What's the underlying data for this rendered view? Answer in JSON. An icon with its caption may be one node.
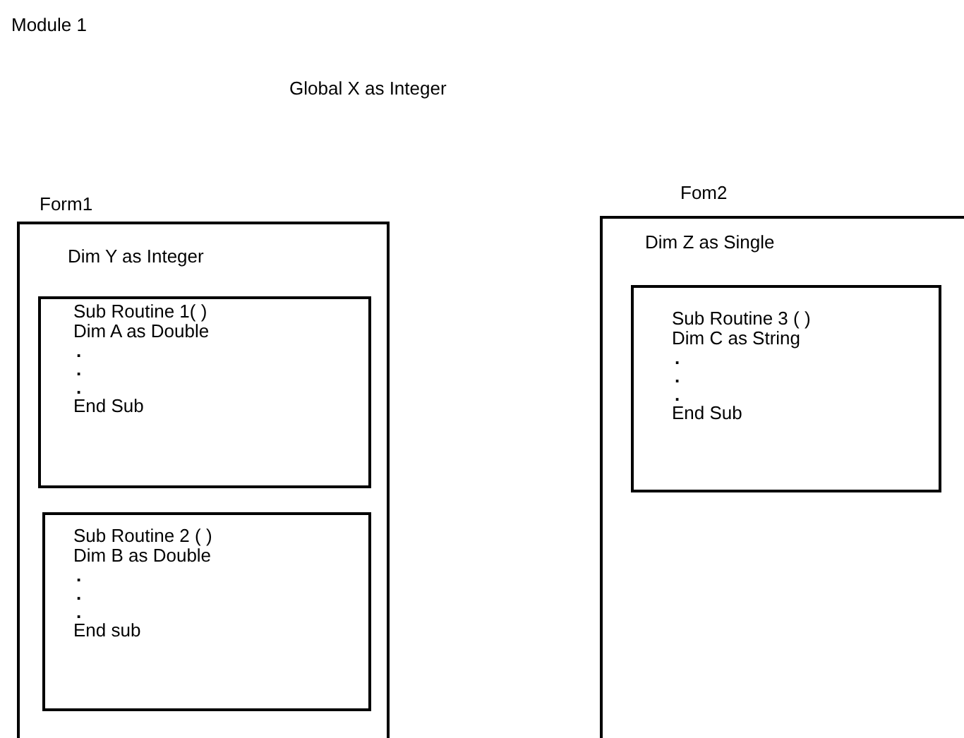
{
  "diagram": {
    "title": "Module 1",
    "nodes": [
      {
        "text": [
          "Form1",
          "Dim Y as Integer"
        ]
      },
      {
        "text": [
          "Sub Routine 1( )",
          "Dim  A as Double",
          ".",
          ".",
          ".",
          "End Sub"
        ],
        "in": 0
      },
      {
        "text": [
          "Sub Routine 2 ( )",
          "Dim B as Double",
          ".",
          ".",
          ".",
          "End sub"
        ],
        "in": 0
      },
      {
        "text": [
          "Fom2",
          "Dim Z as Single"
        ]
      },
      {
        "text": [
          "Sub Routine 3 ( )",
          "Dim C as String",
          ".",
          ".",
          ".",
          "End Sub"
        ],
        "in": 3
      }
    ],
    "labels": [
      "Global  X  as Integer"
    ]
  }
}
